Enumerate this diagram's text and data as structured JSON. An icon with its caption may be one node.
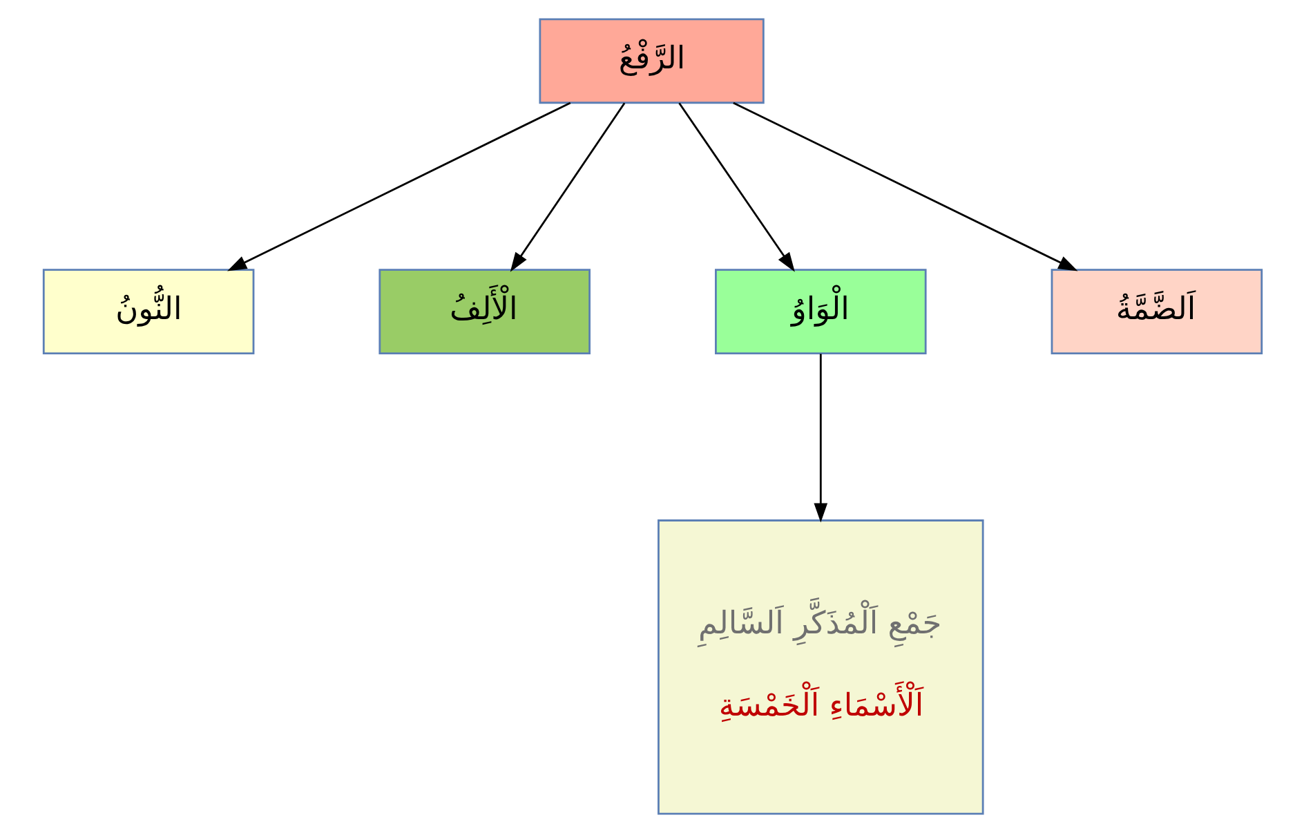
{
  "diagram": {
    "nodes": [
      {
        "text": [
          "الرَّفْعُ"
        ]
      },
      {
        "text": [
          "اَلضَّمَّةُ"
        ]
      },
      {
        "text": [
          "الْوَاوُ"
        ]
      },
      {
        "text": [
          "الْأَلِفُ"
        ]
      },
      {
        "text": [
          "النُّونُ"
        ]
      },
      {
        "text": [
          "جَمْعِ اَلْمُذَكَّرِ اَلسَّالِمِ",
          "اَلْأَسْمَاءِ اَلْخَمْسَةِ"
        ]
      }
    ],
    "edges": [
      {
        "from": 0,
        "to": 1,
        "arrow": "to"
      },
      {
        "from": 0,
        "to": 2,
        "arrow": "to"
      },
      {
        "from": 0,
        "to": 3,
        "arrow": "to"
      },
      {
        "from": 0,
        "to": 4,
        "arrow": "to"
      },
      {
        "from": 2,
        "to": 5,
        "arrow": "to"
      }
    ]
  }
}
